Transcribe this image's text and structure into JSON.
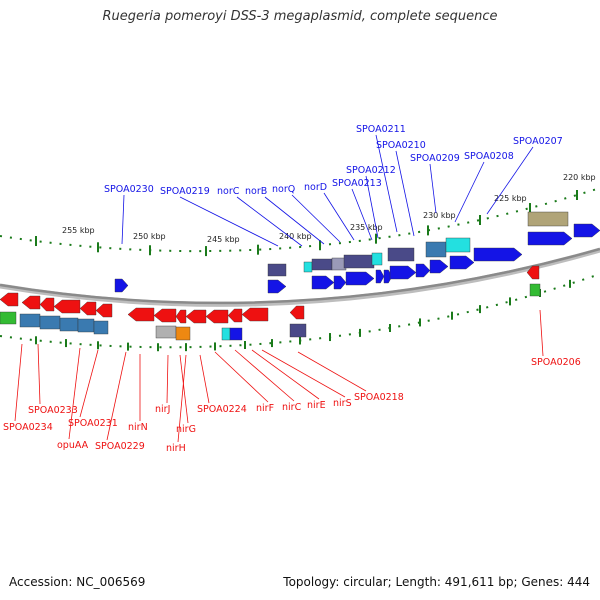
{
  "title": "Ruegeria pomeroyi DSS-3 megaplasmid, complete sequence",
  "footer": {
    "accession": "Accession: NC_006569",
    "topology": "Topology: circular; Length: 491,611 bp; Genes: 444"
  },
  "colors": {
    "forward": "#1414e6",
    "reverse": "#ee1111",
    "backbone": "#8a8a8a",
    "ticks": "#1a7a1a"
  },
  "ruler": [
    "255 kbp",
    "250 kbp",
    "245 kbp",
    "240 kbp",
    "235 kbp",
    "230 kbp",
    "225 kbp",
    "220 kbp"
  ],
  "top_labels": [
    "SPOA0211",
    "SPOA0210",
    "SPOA0207",
    "SPOA0209",
    "SPOA0208",
    "SPOA0212",
    "SPOA0213",
    "SPOA0230",
    "SPOA0219",
    "norC",
    "norB",
    "norQ",
    "norD"
  ],
  "bottom_labels": [
    "SPOA0233",
    "SPOA0234",
    "opuAA",
    "SPOA0231",
    "SPOA0229",
    "nirN",
    "nirJ",
    "nirG",
    "nirH",
    "SPOA0224",
    "nirF",
    "nirC",
    "nirE",
    "nirS",
    "SPOA0218",
    "SPOA0206"
  ]
}
